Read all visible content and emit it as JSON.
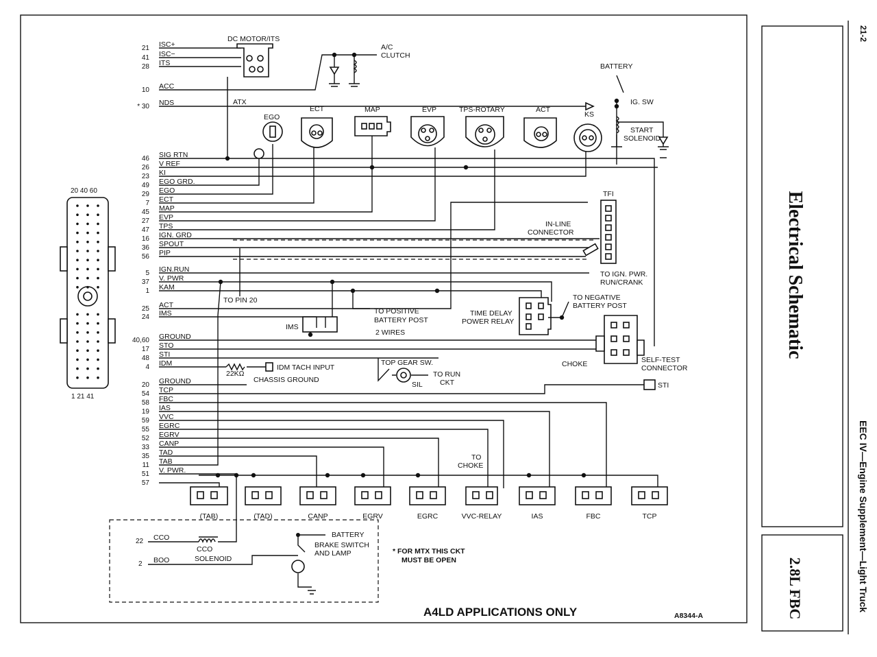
{
  "page_number": "21-2",
  "side_title": "Electrical Schematic",
  "side_subtitle": "2.8L FBC",
  "side_section": "EEC IV—Engine Supplement—Light Truck",
  "figure_id": "A8344-A",
  "footer_title": "A4LD APPLICATIONS ONLY",
  "footnote": [
    "* FOR MTX THIS CKT",
    "MUST BE OPEN"
  ],
  "connector": {
    "top_pins": "20 40 60",
    "bottom_pins": "1  21 41"
  },
  "signals": [
    {
      "pin": "21",
      "name": "ISC+"
    },
    {
      "pin": "41",
      "name": "ISC−"
    },
    {
      "pin": "28",
      "name": "ITS"
    },
    {
      "pin": "10",
      "name": "ACC"
    },
    {
      "pin": "* 30",
      "name": "NDS"
    },
    {
      "pin": "46",
      "name": "SIG RTN"
    },
    {
      "pin": "26",
      "name": "V REF"
    },
    {
      "pin": "23",
      "name": "KI"
    },
    {
      "pin": "49",
      "name": "EGO GRD."
    },
    {
      "pin": "29",
      "name": "EGO"
    },
    {
      "pin": "7",
      "name": "ECT"
    },
    {
      "pin": "45",
      "name": "MAP"
    },
    {
      "pin": "27",
      "name": "EVP"
    },
    {
      "pin": "47",
      "name": "TPS"
    },
    {
      "pin": "16",
      "name": "IGN. GRD"
    },
    {
      "pin": "36",
      "name": "SPOUT"
    },
    {
      "pin": "56",
      "name": "PIP"
    },
    {
      "pin": "5",
      "name": "IGN.RUN"
    },
    {
      "pin": "37",
      "name": "V. PWR"
    },
    {
      "pin": "1",
      "name": "KAM"
    },
    {
      "pin": "25",
      "name": "ACT"
    },
    {
      "pin": "24",
      "name": "IMS"
    },
    {
      "pin": "40,60",
      "name": "GROUND"
    },
    {
      "pin": "17",
      "name": "STO"
    },
    {
      "pin": "48",
      "name": "STI"
    },
    {
      "pin": "4",
      "name": "IDM"
    },
    {
      "pin": "20",
      "name": "GROUND"
    },
    {
      "pin": "54",
      "name": "TCP"
    },
    {
      "pin": "58",
      "name": "FBC"
    },
    {
      "pin": "19",
      "name": "IAS"
    },
    {
      "pin": "59",
      "name": "VVC"
    },
    {
      "pin": "55",
      "name": "EGRC"
    },
    {
      "pin": "52",
      "name": "EGRV"
    },
    {
      "pin": "33",
      "name": "CANP"
    },
    {
      "pin": "35",
      "name": "TAD"
    },
    {
      "pin": "11",
      "name": "TAB"
    },
    {
      "pin": "51",
      "name": "V. PWR."
    },
    {
      "pin": "57",
      "name": ""
    }
  ],
  "sensors": [
    "EGO",
    "ECT",
    "MAP",
    "EVP",
    "TPS-ROTARY",
    "ACT",
    "KS"
  ],
  "solenoids": [
    "(TAB)",
    "(TAD)",
    "CANP",
    "EGRV",
    "EGRC",
    "VVC-RELAY",
    "IAS",
    "FBC",
    "TCP"
  ],
  "labels": {
    "dc_motor": "DC MOTOR/ITS",
    "ac_clutch": [
      "A/C",
      "CLUTCH"
    ],
    "atx": "ATX",
    "battery": "BATTERY",
    "ign_sw": "IG. SW",
    "start_solenoid": [
      "START",
      "SOLENOID"
    ],
    "tfi": "TFI",
    "inline_connector": [
      "IN-LINE",
      "CONNECTOR"
    ],
    "to_ign_pwr": [
      "TO IGN. PWR.",
      "RUN/CRANK"
    ],
    "to_pin_20": "TO PIN 20",
    "to_positive": [
      "TO POSITIVE",
      "BATTERY POST"
    ],
    "time_delay": [
      "TIME DELAY",
      "POWER RELAY"
    ],
    "to_negative": [
      "TO NEGATIVE",
      "BATTERY POST"
    ],
    "ims": "IMS",
    "two_wires": "2 WIRES",
    "choke": "CHOKE",
    "self_test": [
      "SELF-TEST",
      "CONNECTOR"
    ],
    "idm_tach": "IDM TACH INPUT",
    "resistor": "22KΩ",
    "chassis_ground": "CHASSIS GROUND",
    "top_gear": "TOP GEAR SW.",
    "to_run": [
      "TO RUN",
      "CKT"
    ],
    "sil": "SIL",
    "sti": "STI",
    "to_choke": [
      "TO",
      "CHOKE"
    ],
    "cco_pin": "22",
    "cco": "CCO",
    "cco_solenoid": [
      "CCO",
      "SOLENOID"
    ],
    "boo_pin": "2",
    "boo": "BOO",
    "battery2": "BATTERY",
    "brake_switch": [
      "BRAKE SWITCH",
      "AND LAMP"
    ]
  }
}
